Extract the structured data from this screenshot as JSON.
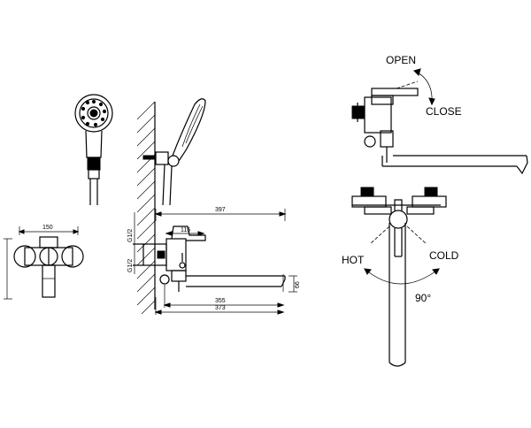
{
  "labels": {
    "open": "OPEN",
    "close": "CLOSE",
    "hot": "HOT",
    "cold": "COLD",
    "angle": "90°"
  },
  "dimensions": {
    "d150": "150",
    "d397": "397",
    "d115": "115",
    "d355": "355",
    "d373": "373",
    "d66": "66",
    "g12": "G1/2",
    "g12b": "G1/2"
  }
}
